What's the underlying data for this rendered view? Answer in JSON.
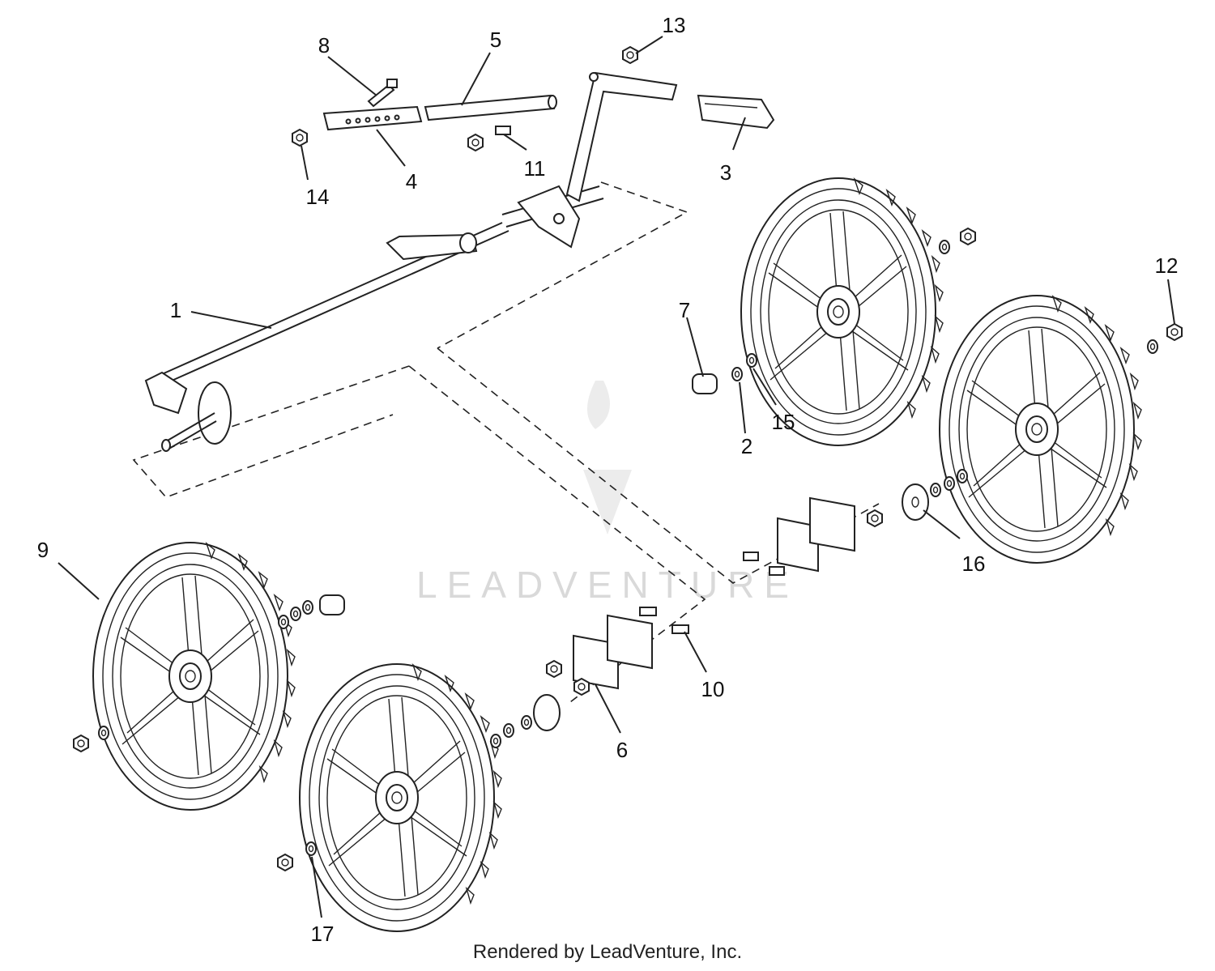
{
  "diagram": {
    "callouts": [
      {
        "id": "c1",
        "label": "1"
      },
      {
        "id": "c2",
        "label": "2"
      },
      {
        "id": "c3",
        "label": "3"
      },
      {
        "id": "c4",
        "label": "4"
      },
      {
        "id": "c5",
        "label": "5"
      },
      {
        "id": "c6",
        "label": "6"
      },
      {
        "id": "c7",
        "label": "7"
      },
      {
        "id": "c8",
        "label": "8"
      },
      {
        "id": "c9",
        "label": "9"
      },
      {
        "id": "c10",
        "label": "10"
      },
      {
        "id": "c11",
        "label": "11"
      },
      {
        "id": "c12",
        "label": "12"
      },
      {
        "id": "c13",
        "label": "13"
      },
      {
        "id": "c14",
        "label": "14"
      },
      {
        "id": "c15",
        "label": "15"
      },
      {
        "id": "c16",
        "label": "16"
      },
      {
        "id": "c17",
        "label": "17"
      }
    ],
    "watermark": "LEADVENTURE",
    "footer": "Rendered by LeadVenture, Inc."
  }
}
